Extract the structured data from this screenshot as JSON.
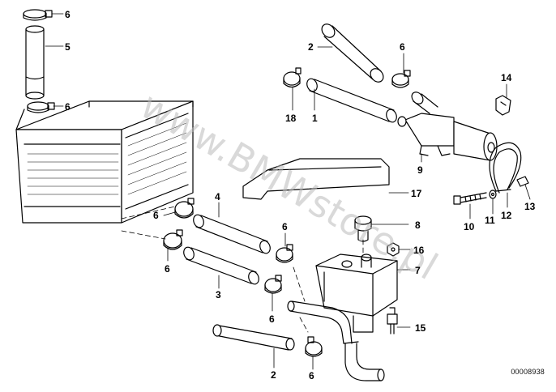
{
  "diagram": {
    "callouts": {
      "c6a": "6",
      "c5": "5",
      "c6b": "6",
      "c2top": "2",
      "c6c": "6",
      "c18": "18",
      "c1": "1",
      "c14": "14",
      "c9": "9",
      "c4": "4",
      "c17": "17",
      "c6d": "6",
      "c6e": "6",
      "c8": "8",
      "c10": "10",
      "c11": "11",
      "c12": "12",
      "c13": "13",
      "c6f": "6",
      "c16": "16",
      "c7": "7",
      "c3": "3",
      "c6g": "6",
      "c15": "15",
      "c2bot": "2",
      "c6h": "6"
    },
    "catalog_number": "00008938",
    "watermark": "www.BMWstore.pl",
    "colors": {
      "line": "#000000",
      "background": "#ffffff",
      "watermark": "#bbbbbb"
    }
  }
}
